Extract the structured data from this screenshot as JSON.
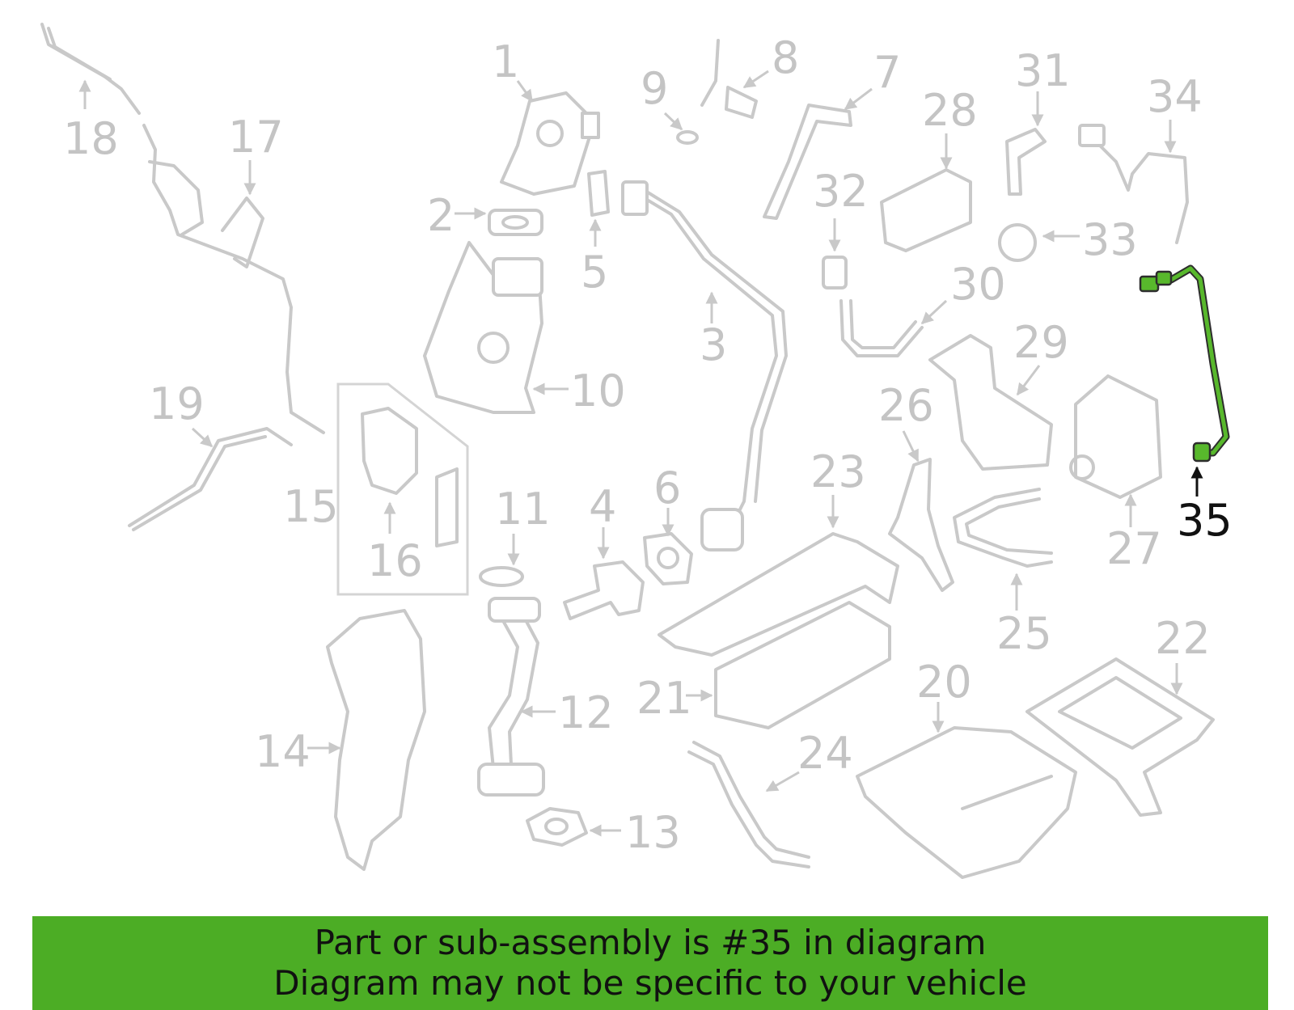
{
  "callouts": {
    "c1": "1",
    "c2": "2",
    "c3": "3",
    "c4": "4",
    "c5": "5",
    "c6": "6",
    "c7": "7",
    "c8": "8",
    "c9": "9",
    "c10": "10",
    "c11": "11",
    "c12": "12",
    "c13": "13",
    "c14": "14",
    "c15": "15",
    "c16": "16",
    "c17": "17",
    "c18": "18",
    "c19": "19",
    "c20": "20",
    "c21": "21",
    "c22": "22",
    "c23": "23",
    "c24": "24",
    "c25": "25",
    "c26": "26",
    "c27": "27",
    "c28": "28",
    "c29": "29",
    "c30": "30",
    "c31": "31",
    "c32": "32",
    "c33": "33",
    "c34": "34",
    "c35": "35"
  },
  "highlighted_callout": "35",
  "colors": {
    "banner": "#4cad25",
    "highlight": "#58b82c",
    "line_art": "#c9c9c9",
    "label_text": "#c4c4c4"
  },
  "banner": {
    "line1": "Part or sub-assembly is #35 in diagram",
    "line2": "Diagram may not be specific to your vehicle"
  }
}
